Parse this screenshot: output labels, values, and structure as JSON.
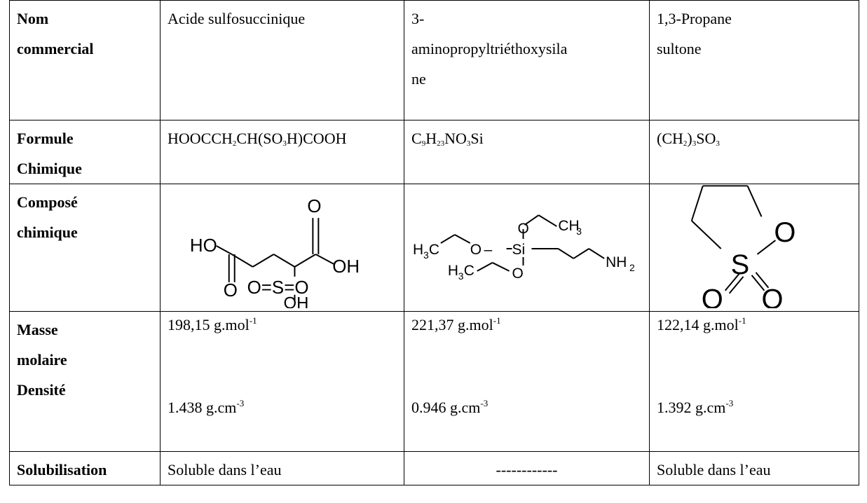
{
  "headers": {
    "nom": [
      "Nom",
      "commercial"
    ],
    "formule": [
      "Formule",
      "Chimique"
    ],
    "compose": [
      "Composé",
      "chimique"
    ],
    "masse": [
      "Masse",
      "molaire"
    ],
    "densite": "Densité",
    "solubilisation": "Solubilisation"
  },
  "compounds": [
    {
      "nom": "Acide sulfosuccinique",
      "formula": "HOOCCH2CH(SO3H)COOH",
      "masse_value": "198,15 g.mol",
      "masse_exp": "-1",
      "densite_value": "1.438 g.cm",
      "densite_exp": "-3",
      "solubilisation": "Soluble dans l’eau",
      "structure_labels": {
        "ho": "HO",
        "oh_right": "OH",
        "o_top": "O",
        "o_bottom": "O",
        "so3": "O=S=O",
        "oh_bottom": "OH"
      }
    },
    {
      "nom_lines": [
        "3-",
        "aminopropyltriéthoxysila",
        "ne"
      ],
      "formula": "C9H23NO3Si",
      "masse_value": "221,37 g.mol",
      "masse_exp": "-1",
      "densite_value": "0.946 g.cm",
      "densite_exp": "-3",
      "solubilisation": "------------",
      "structure_labels": {
        "ch3_top": "CH",
        "h3c_left": "H",
        "h3c_bottom": "H",
        "si": "Si",
        "o_top": "O",
        "o_left": "O",
        "o_bottom": "O",
        "nh2": "NH"
      }
    },
    {
      "nom_lines": [
        "1,3-Propane",
        "sultone"
      ],
      "formula": "(CH2)3SO3",
      "masse_value": "122,14 g.mol",
      "masse_exp": "-1",
      "densite_value": "1.392 g.cm",
      "densite_exp": "-3",
      "solubilisation": "Soluble dans l’eau",
      "structure_labels": {
        "o_ring": "O",
        "s": "S",
        "o_left": "O",
        "o_right": "O"
      }
    }
  ]
}
